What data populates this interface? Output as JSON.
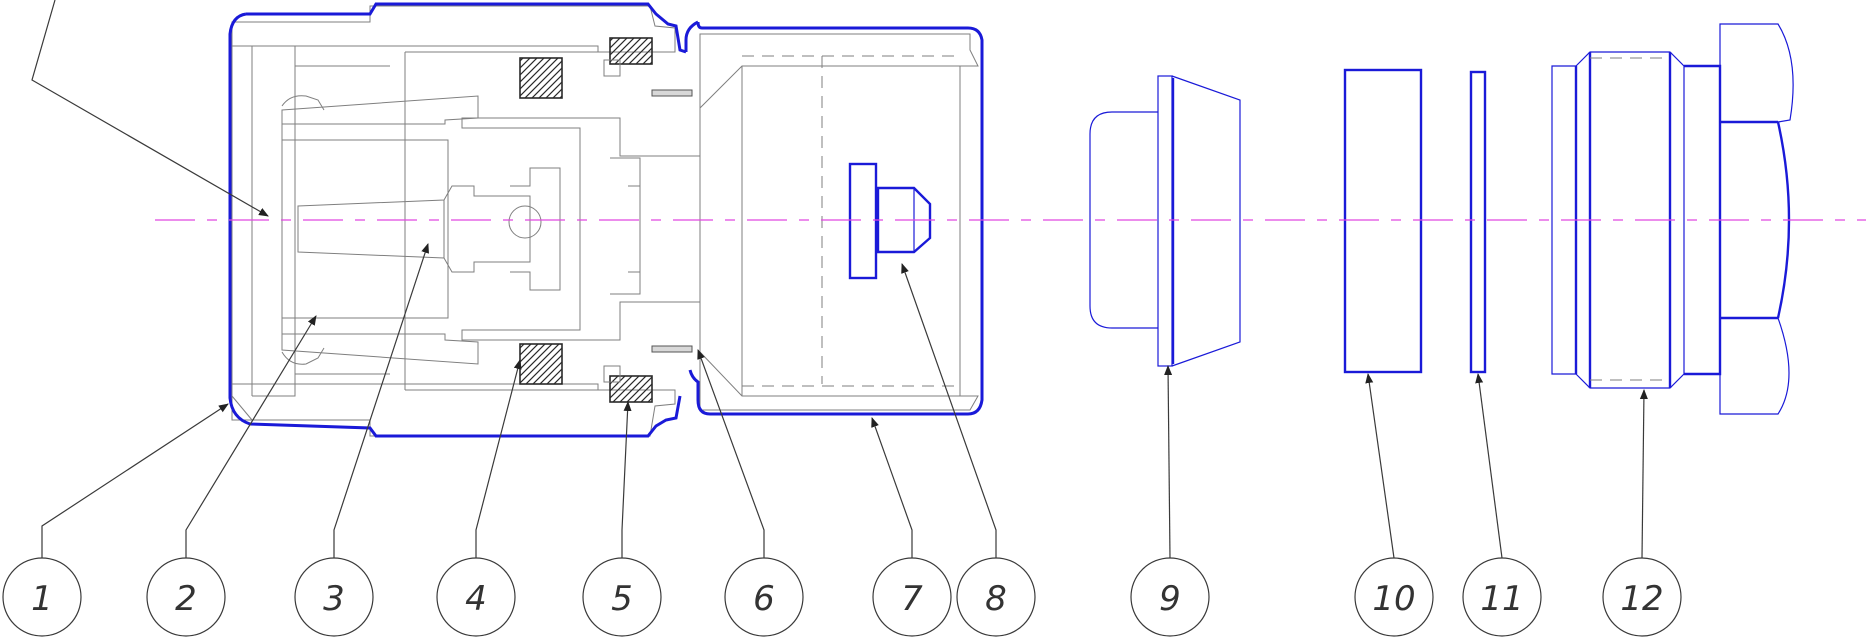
{
  "drawing": {
    "title": "",
    "colors": {
      "background": "#ffffff",
      "outline": "#7f7f7f",
      "highlight": "#1a1ad8",
      "centerline": "#e048e0",
      "leader": "#3a3a3a",
      "seal_fill": "#d8d8d8"
    },
    "balloons": [
      "1",
      "2",
      "3",
      "4",
      "5",
      "6",
      "7",
      "8",
      "9",
      "10",
      "11",
      "12"
    ]
  }
}
